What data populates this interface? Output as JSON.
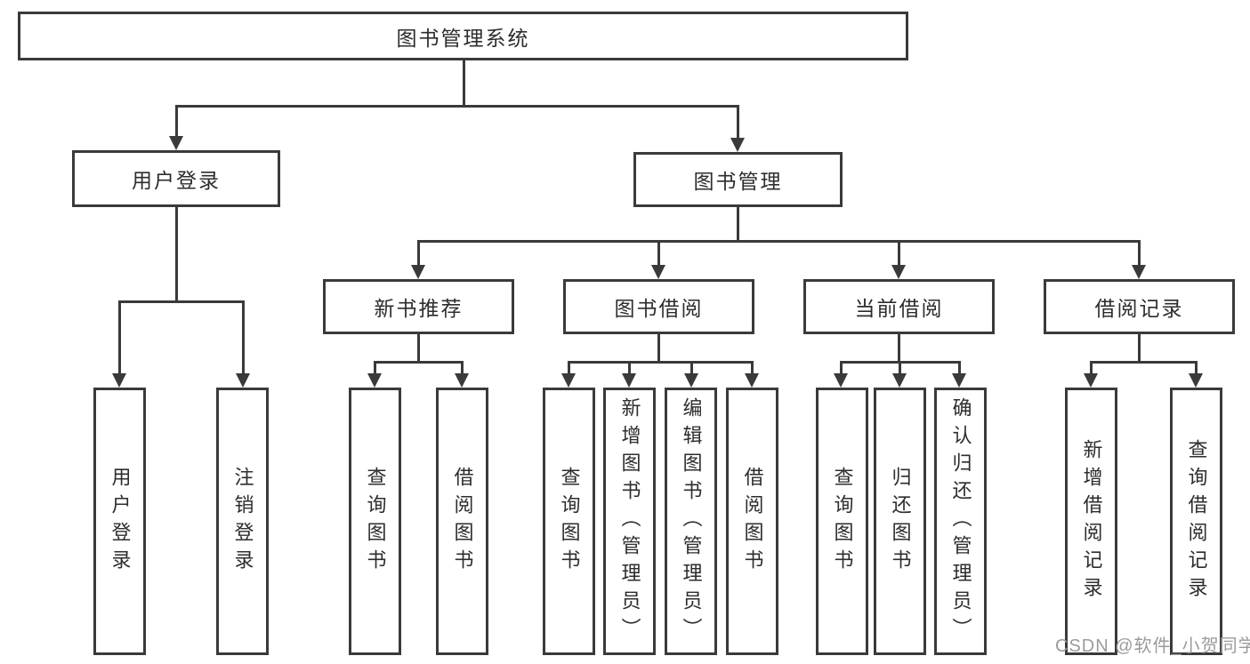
{
  "diagram": {
    "root": {
      "label": "图书管理系统"
    },
    "branches": [
      {
        "label": "用户登录",
        "children": [
          {
            "label": "用户登录"
          },
          {
            "label": "注销登录"
          }
        ]
      },
      {
        "label": "图书管理",
        "children": [
          {
            "label": "新书推荐",
            "children": [
              {
                "label": "查询图书"
              },
              {
                "label": "借阅图书"
              }
            ]
          },
          {
            "label": "图书借阅",
            "children": [
              {
                "label": "查询图书"
              },
              {
                "label": "新增图书（管理员）"
              },
              {
                "label": "编辑图书（管理员）"
              },
              {
                "label": "借阅图书"
              }
            ]
          },
          {
            "label": "当前借阅",
            "children": [
              {
                "label": "查询图书"
              },
              {
                "label": "归还图书"
              },
              {
                "label": "确认归还（管理员）"
              }
            ]
          },
          {
            "label": "借阅记录",
            "children": [
              {
                "label": "新增借阅记录"
              },
              {
                "label": "查询借阅记录"
              }
            ]
          }
        ]
      }
    ],
    "watermark": "CSDN @软件_小贺同学",
    "colors": {
      "line": "#3a3a3a",
      "text": "#2d2d2d",
      "watermark": "#9b9b9b",
      "background": "#ffffff"
    }
  }
}
